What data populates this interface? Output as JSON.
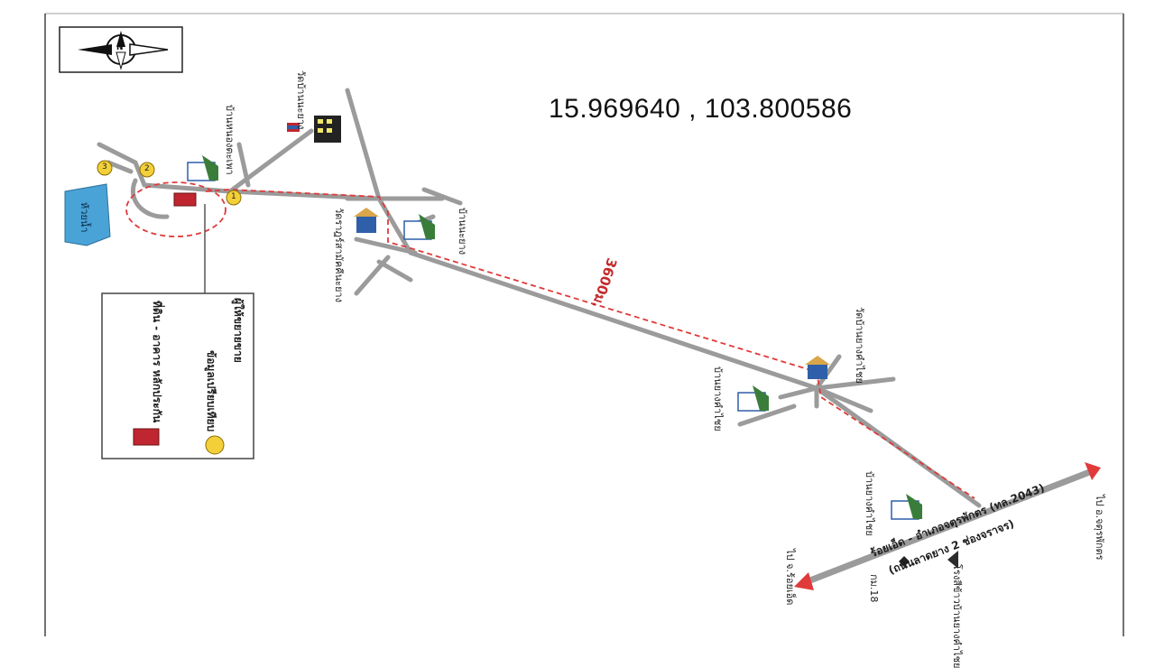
{
  "coordinates": "15.969640 , 103.800586",
  "compass_letter": "N",
  "distance_label": "3600ม.",
  "legend": {
    "item_1": "ที่ดิน - อาคาร หลักประกัน",
    "item_2": "ข้อมูลเปรียบเทียบ",
    "item_3": "ผู้ให้ขยายขาย"
  },
  "labels": {
    "temple_top": "วัดบ้านนะยาง",
    "village_top": "บ้านหนองตะเพา",
    "water": "ห้วยน้ำ",
    "temple_mid": "วัดราฎร์สามัคคีนะยาง",
    "village_mid": "บ้านนะยาง",
    "temple_lower": "วัดบ้านยางคำไชย",
    "village_lower": "บ้านยางคำไชย",
    "village_bottom": "บ้านยางคำไชย",
    "road_name": "ร้อยเอ็ด - อำเภอจตุรพักตร (ทล.2043)",
    "road_note": "(ถนนลาดยาง 2 ช่องจราจร)",
    "to_left": "ไป จ.ร้อยเอ็ด",
    "to_right": "ไป อ.จตุรพักตร",
    "km_marker": "กม.18",
    "factory": "โรงสีข้าวบ้านยางคำไชย",
    "marker_1": "1",
    "marker_2": "2",
    "marker_3": "3"
  },
  "colors": {
    "road": "#9b9b9b",
    "route": "#e03a3a",
    "subject": "#c0262f",
    "comparable": "#f3d03a",
    "water": "#4aa3d6",
    "village": "#3a7d3a"
  }
}
